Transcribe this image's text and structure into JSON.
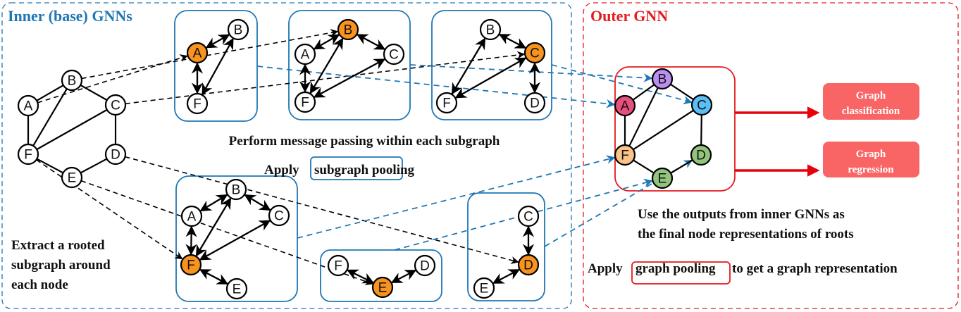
{
  "titles": {
    "inner": "Inner (base) GNNs",
    "outer": "Outer GNN"
  },
  "captions": {
    "extract": [
      "Extract a rooted",
      "subgraph around",
      "each node"
    ],
    "message_passing": "Perform message passing within each subgraph",
    "apply_prefix": "Apply",
    "subgraph_pooling": "subgraph pooling",
    "use_outputs": [
      "Use the outputs from inner GNNs as",
      "the final node representations of roots"
    ],
    "graph_pooling": "graph pooling",
    "graph_pooling_suffix": "to get a graph representation"
  },
  "colors": {
    "inner_accent": "#1f77b4",
    "outer_accent": "#e41a1c",
    "root_node": "#f7931e",
    "output_box": "#f96565",
    "outer_nodes": {
      "A": "#e8507e",
      "B": "#b98ef0",
      "C": "#5bbff5",
      "D": "#93c47d",
      "E": "#93c47d",
      "F": "#f9c38a"
    }
  },
  "input_graph": {
    "nodes": [
      "A",
      "B",
      "C",
      "D",
      "E",
      "F"
    ],
    "edges": [
      [
        "A",
        "B"
      ],
      [
        "B",
        "C"
      ],
      [
        "C",
        "D"
      ],
      [
        "D",
        "E"
      ],
      [
        "E",
        "F"
      ],
      [
        "F",
        "A"
      ],
      [
        "F",
        "B"
      ],
      [
        "F",
        "C"
      ]
    ]
  },
  "subgraphs": [
    {
      "root": "A",
      "nodes": [
        "A",
        "B",
        "F"
      ],
      "edges": [
        [
          "A",
          "B"
        ],
        [
          "A",
          "F"
        ],
        [
          "B",
          "F"
        ]
      ]
    },
    {
      "root": "B",
      "nodes": [
        "A",
        "B",
        "C",
        "F"
      ],
      "edges": [
        [
          "B",
          "A"
        ],
        [
          "B",
          "C"
        ],
        [
          "B",
          "F"
        ],
        [
          "A",
          "F"
        ],
        [
          "C",
          "F"
        ]
      ]
    },
    {
      "root": "C",
      "nodes": [
        "B",
        "C",
        "D",
        "F"
      ],
      "edges": [
        [
          "C",
          "B"
        ],
        [
          "C",
          "D"
        ],
        [
          "C",
          "F"
        ],
        [
          "B",
          "F"
        ]
      ]
    },
    {
      "root": "F",
      "nodes": [
        "A",
        "B",
        "C",
        "E",
        "F"
      ],
      "edges": [
        [
          "F",
          "A"
        ],
        [
          "F",
          "B"
        ],
        [
          "F",
          "C"
        ],
        [
          "F",
          "E"
        ],
        [
          "A",
          "B"
        ],
        [
          "B",
          "C"
        ]
      ]
    },
    {
      "root": "E",
      "nodes": [
        "D",
        "E",
        "F"
      ],
      "edges": [
        [
          "E",
          "F"
        ],
        [
          "E",
          "D"
        ]
      ]
    },
    {
      "root": "D",
      "nodes": [
        "C",
        "D",
        "E"
      ],
      "edges": [
        [
          "D",
          "C"
        ],
        [
          "D",
          "E"
        ]
      ]
    }
  ],
  "outputs": [
    {
      "line1": "Graph",
      "line2": "classification"
    },
    {
      "line1": "Graph",
      "line2": "regression"
    }
  ]
}
